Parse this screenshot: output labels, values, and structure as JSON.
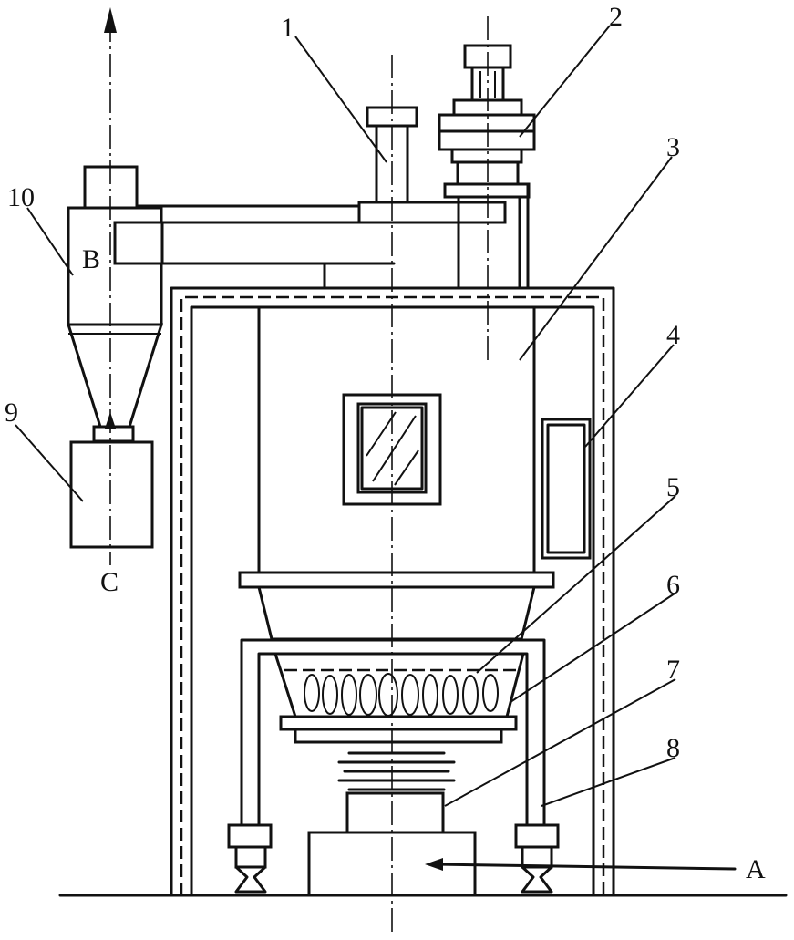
{
  "callouts": [
    "1",
    "2",
    "3",
    "4",
    "5",
    "6",
    "7",
    "8",
    "9",
    "10"
  ],
  "flow_labels": {
    "inlet": "A",
    "cyclone": "B",
    "outlet": "C"
  },
  "colors": {
    "ink": "#111111",
    "background": "#ffffff"
  }
}
